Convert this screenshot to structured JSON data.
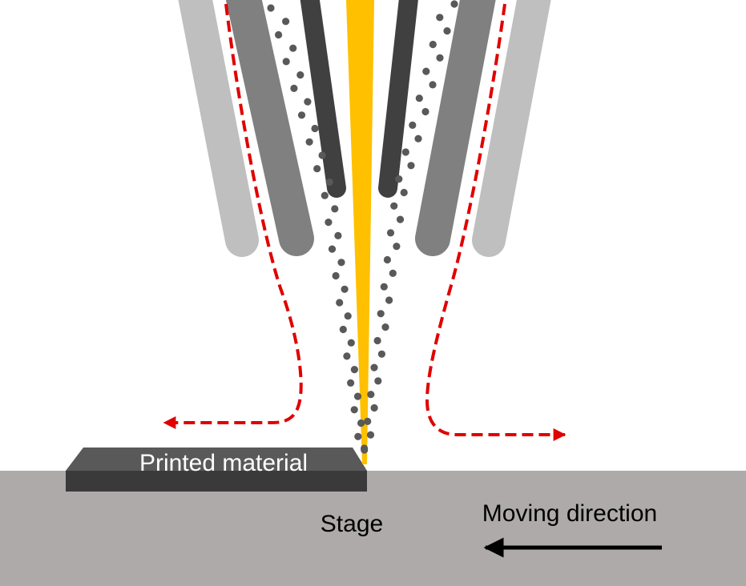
{
  "labels": {
    "printed_material": "Printed material",
    "stage": "Stage",
    "moving_direction": "Moving direction"
  },
  "colors": {
    "background": "#ffffff",
    "stage": "#aeaaaa",
    "outer_tube": "#bfbfbf",
    "middle_tube": "#808080",
    "inner_tube": "#404040",
    "laser_beam": "#ffc000",
    "gas_flow": "#e00000",
    "powder": "#595959",
    "printed_top": "#595959",
    "printed_front": "#3a3a3a",
    "arrow": "#000000"
  }
}
